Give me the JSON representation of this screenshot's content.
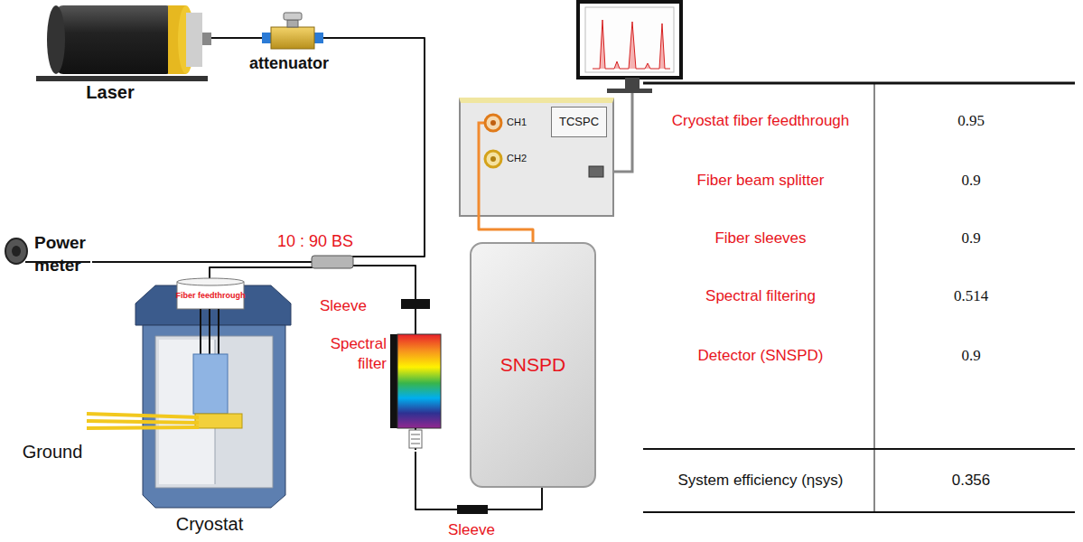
{
  "diagram": {
    "nodes": [
      {
        "text": [
          "Laser"
        ]
      },
      {
        "text": [
          "attenuator"
        ]
      },
      {
        "text": [
          "Power meter"
        ]
      },
      {
        "text": [
          "10 : 90 BS"
        ]
      },
      {
        "text": [
          "Fiber feedthrough",
          "Cryostat"
        ]
      },
      {
        "text": [
          "Sleeve"
        ]
      },
      {
        "text": [
          "Spectral filter"
        ]
      },
      {
        "text": [
          "Sleeve"
        ]
      },
      {
        "text": [
          "SNSPD"
        ]
      },
      {
        "text": [
          "TCSPC"
        ]
      }
    ],
    "edges": [
      {
        "from": 0,
        "to": 1,
        "arrow": "none"
      },
      {
        "from": 1,
        "to": 3,
        "arrow": "none"
      },
      {
        "from": 3,
        "to": 2,
        "arrow": "none"
      },
      {
        "from": 3,
        "to": 4,
        "arrow": "none"
      },
      {
        "from": 3,
        "to": 5,
        "arrow": "none"
      },
      {
        "from": 5,
        "to": 6,
        "arrow": "none"
      },
      {
        "from": 6,
        "to": 7,
        "arrow": "none"
      },
      {
        "from": 7,
        "to": 8,
        "arrow": "none"
      },
      {
        "from": 8,
        "to": 9,
        "arrow": "none"
      }
    ],
    "labels": [
      "Ground",
      "CH1",
      "CH2",
      "Cryostat fiber feedthrough",
      "0.95",
      "Fiber beam splitter",
      "0.9",
      "Fiber sleeves",
      "0.9",
      "Spectral filtering",
      "0.514",
      "Detector (SNSPD)",
      "0.9",
      "System efficiency (ηsys)",
      "0.356"
    ]
  }
}
